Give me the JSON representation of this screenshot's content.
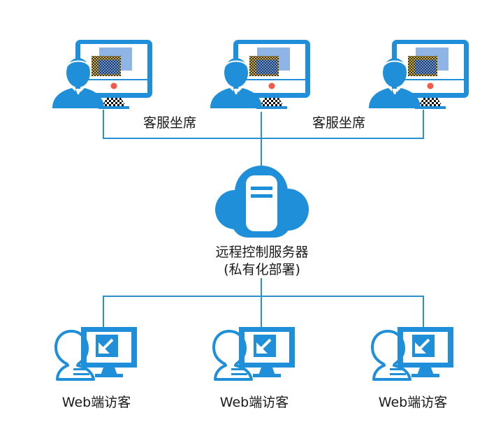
{
  "diagram": {
    "agent_labels": [
      "客服坐席",
      "客服坐席"
    ],
    "server": {
      "name": "远程控制服务器",
      "subtitle": "(私有化部署)"
    },
    "visitors": [
      "Web端访客",
      "Web端访客",
      "Web端访客"
    ],
    "icons": {
      "agent": "agent-at-computer-icon",
      "server": "cloud-server-icon",
      "visitor": "web-visitor-icon"
    },
    "colors": {
      "primary_blue": "#1e8fd8",
      "line": "#2a8fd3",
      "screen_shade": "#8fb4e6",
      "indicator_red": "#f05a48"
    }
  }
}
